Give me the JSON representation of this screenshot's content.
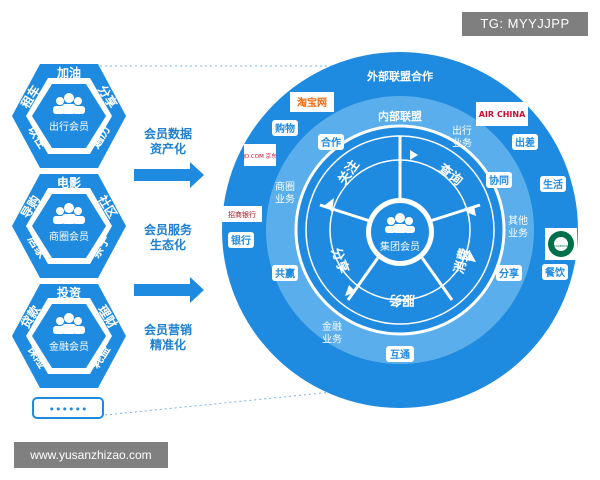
{
  "watermark_tg": "TG: MYYJJPP",
  "watermark_site": "www.yusanzhizao.com",
  "hexagons": [
    {
      "center_label": "出行会员",
      "words": [
        "加油",
        "分享",
        "遍历",
        "以往",
        "出游",
        "租车"
      ]
    },
    {
      "center_label": "商圈会员",
      "words": [
        "电影",
        "社区",
        "亲子",
        "居家",
        "实体",
        "导购"
      ]
    },
    {
      "center_label": "金融会员",
      "words": [
        "投资",
        "理财",
        "耗益",
        "保险",
        "贷款",
        "投资"
      ]
    }
  ],
  "more_dots": "••••••",
  "arrows": [
    "会员数据\n资产化",
    "会员服务\n生态化",
    "会员营销\n精准化"
  ],
  "circle": {
    "outer_title": "外部联盟合作",
    "inner_title": "内部联盟",
    "core_label": "集团会员",
    "segments": [
      "关注",
      "查询",
      "消费",
      "服务",
      "分享"
    ],
    "inner_ring": [
      "合作",
      "出行\n业务",
      "协同",
      "其他\n业务",
      "分享",
      "互通",
      "金融\n业务",
      "共赢",
      "商圈\n业务"
    ],
    "outer_ring": [
      "购物",
      "出差",
      "生活",
      "餐饮",
      "银行"
    ],
    "logos": [
      "淘宝网",
      "AIR CHINA",
      "JD.COM 京东",
      "招商银行",
      "STARBUCKS"
    ]
  }
}
